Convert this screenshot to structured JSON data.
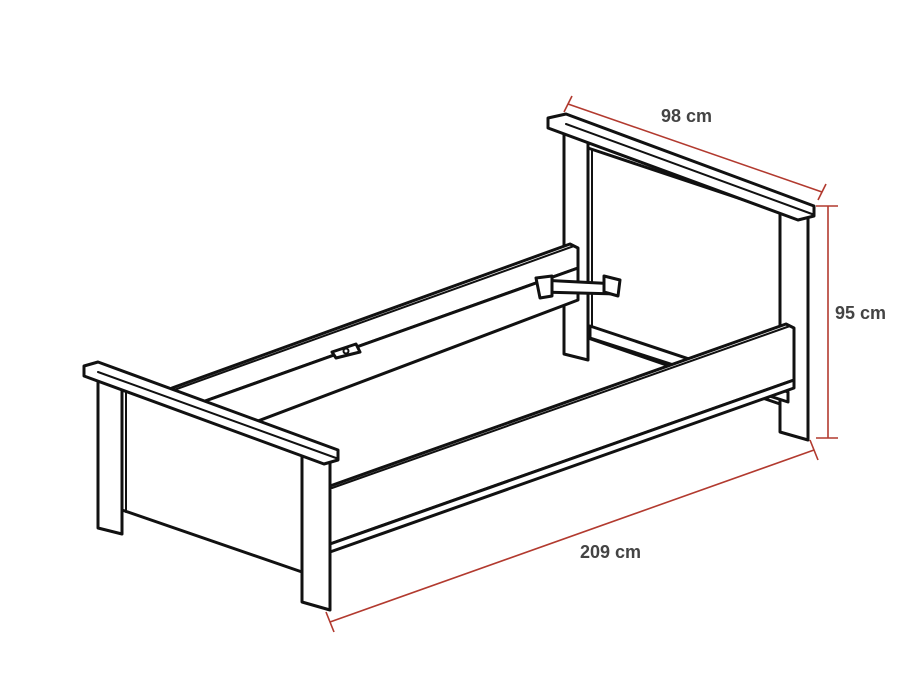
{
  "dimensions": {
    "width": "98 cm",
    "height": "95 cm",
    "length": "209 cm"
  },
  "colors": {
    "dimension_line": "#b23a2f",
    "dimension_text": "#444444",
    "outline": "#111111"
  }
}
